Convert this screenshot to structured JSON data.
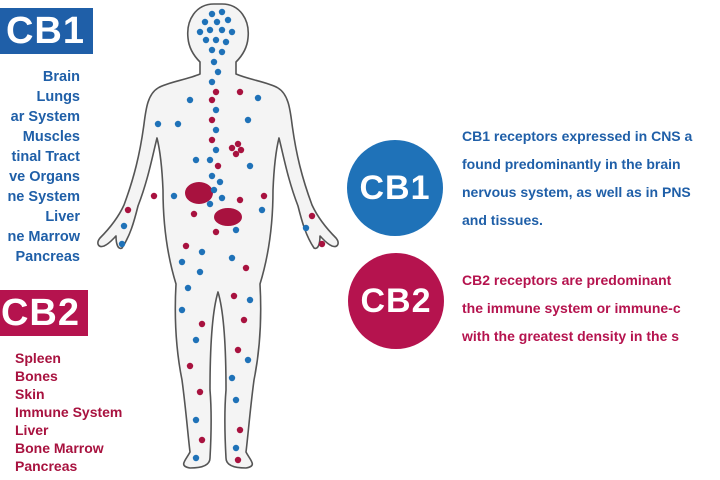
{
  "cb1": {
    "header": "CB1",
    "organs": [
      "Brain",
      "Lungs",
      "ar System",
      "Muscles",
      "tinal Tract",
      "ve Organs",
      "ne System",
      "Liver",
      "ne Marrow",
      "Pancreas"
    ],
    "circle_label": "CB1",
    "description_lines": [
      "CB1 receptors expressed in CNS a",
      "found predominantly in the brain",
      "nervous system, as well as in PNS",
      "and tissues."
    ],
    "color": "#1f72b8"
  },
  "cb2": {
    "header": "CB2",
    "organs": [
      "Spleen",
      "Bones",
      "Skin",
      "Immune System",
      "Liver",
      "Bone Marrow",
      "Pancreas"
    ],
    "circle_label": "CB2",
    "description_lines": [
      "CB2 receptors are predominant",
      "the immune system or immune-c",
      "with the greatest density in the s"
    ],
    "color": "#b5134e"
  }
}
